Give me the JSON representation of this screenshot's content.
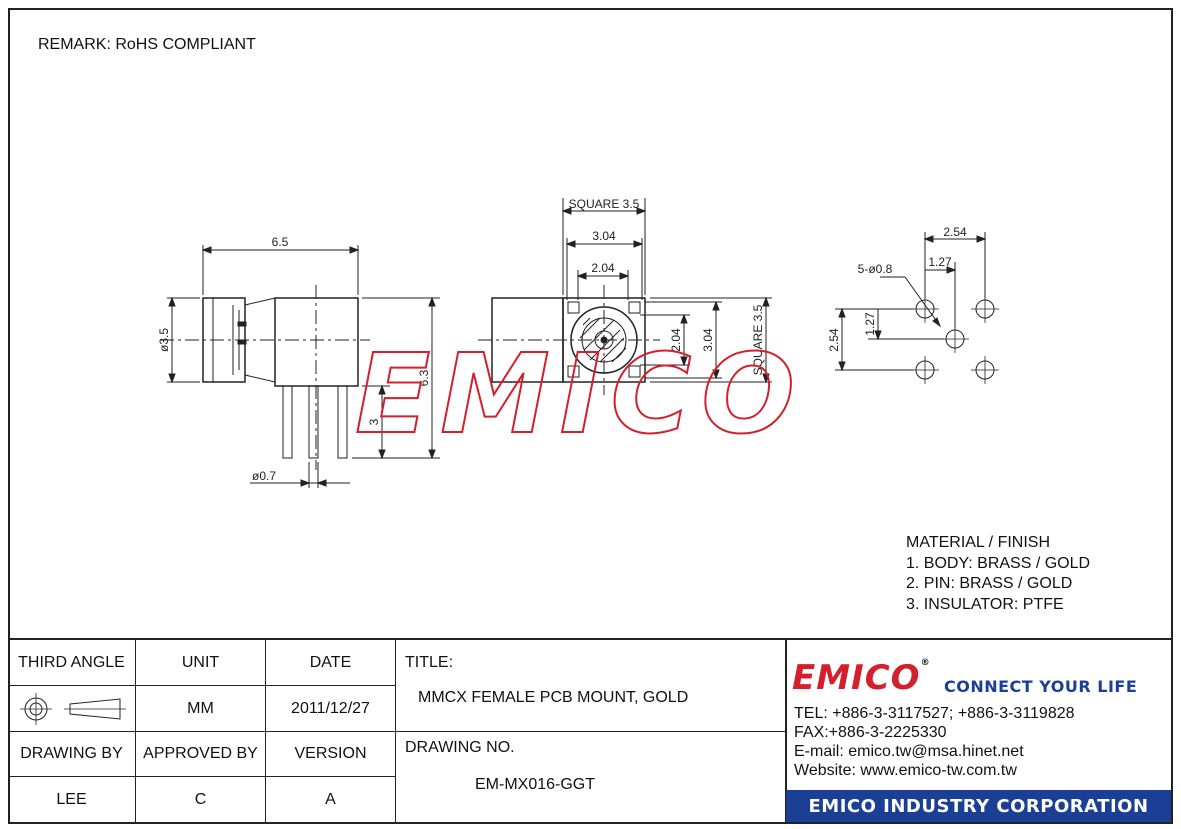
{
  "remark": "REMARK: RoHS COMPLIANT",
  "dimensions": {
    "side_length": "6.5",
    "side_dia": "ø3.5",
    "side_height": "6.3",
    "side_pin_len": "3",
    "side_pin_dia": "ø0.7",
    "front_square_outer": "SQUARE 3.5",
    "front_304": "3.04",
    "front_204": "2.04",
    "front_204_v": "2.04",
    "front_304_v": "3.04",
    "front_square_v": "SQUARE 3.5",
    "pcb_254_h": "2.54",
    "pcb_holes": "5-ø0.8",
    "pcb_127_h": "1.27",
    "pcb_254_v": "2.54",
    "pcb_127_v": "1.27"
  },
  "watermark": "EMICO",
  "material": {
    "heading": "MATERIAL / FINISH",
    "items": [
      "1. BODY: BRASS / GOLD",
      "2. PIN: BRASS / GOLD",
      "3. INSULATOR: PTFE"
    ]
  },
  "title_block": {
    "third_angle": "THIRD ANGLE",
    "unit_label": "UNIT",
    "date_label": "DATE",
    "title_label": "TITLE:",
    "unit_value": "MM",
    "date_value": "2011/12/27",
    "title_value": "MMCX FEMALE PCB MOUNT, GOLD",
    "drawing_by_label": "DRAWING BY",
    "approved_by_label": "APPROVED BY",
    "version_label": "VERSION",
    "drawing_no_label": "DRAWING NO.",
    "drawing_by_value": "LEE",
    "approved_by_value": "C",
    "version_value": "A",
    "drawing_no_value": "EM-MX016-GGT"
  },
  "company": {
    "logo": "EMICO",
    "registered": "®",
    "tagline": "CONNECT YOUR LIFE",
    "tel": "TEL: +886-3-3117527; +886-3-3119828",
    "fax": "FAX:+886-3-2225330",
    "email": "E-mail: emico.tw@msa.hinet.net",
    "website": "Website: www.emico-tw.com.tw",
    "corporation": "EMICO INDUSTRY CORPORATION"
  },
  "colors": {
    "brand_red": "#d4202c",
    "brand_blue": "#1b3f94"
  }
}
